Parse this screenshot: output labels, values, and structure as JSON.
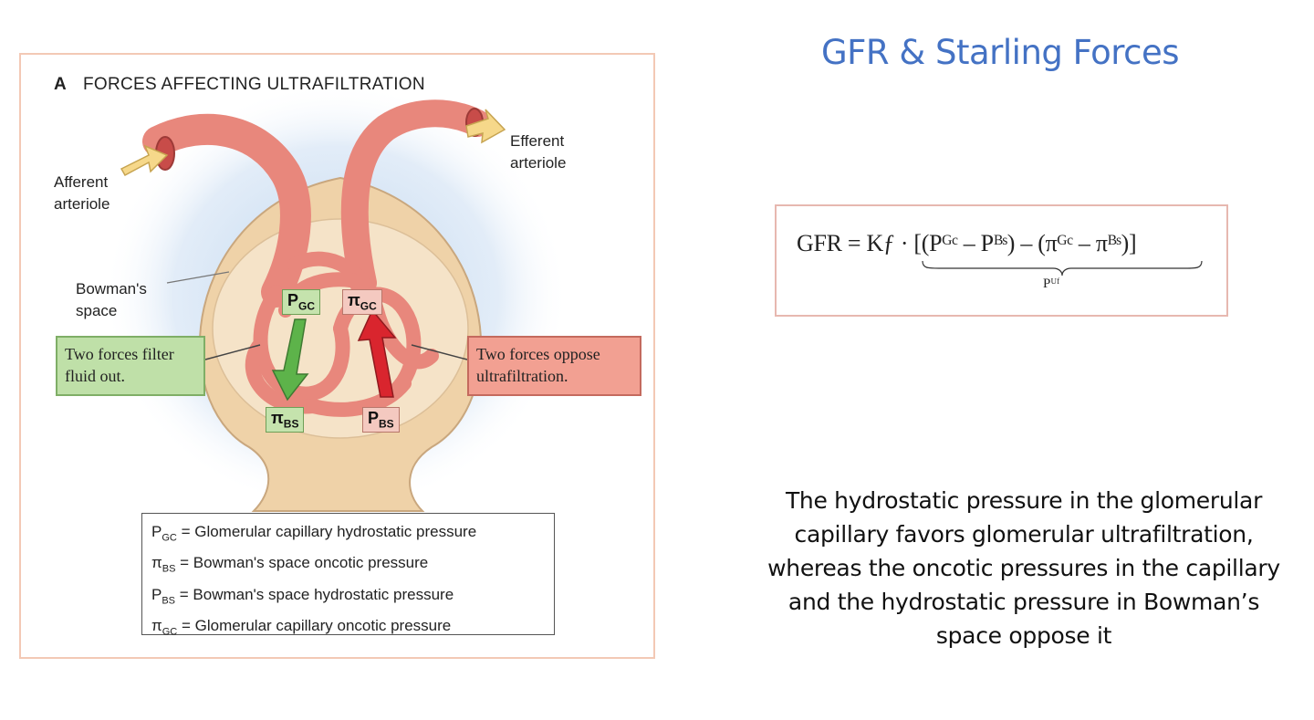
{
  "slide": {
    "title": "GFR & Starling Forces",
    "equation": "GFR = Kƒ · [(Pᴳᶜ – Pᴮˢ) – (πᴳᶜ – πᴮˢ)]",
    "equation_underbrace_label": "Pᵁᶠ",
    "body_text": "The hydrostatic pressure in the glomerular capillary favors glomerular ultrafiltration, whereas the oncotic pressures in the capillary and the hydrostatic pressure in Bowman’s space oppose it"
  },
  "figure": {
    "panel_letter": "A",
    "panel_title": "FORCES AFFECTING ULTRAFILTRATION",
    "afferent_label_line1": "Afferent",
    "afferent_label_line2": "arteriole",
    "efferent_label_line1": "Efferent",
    "efferent_label_line2": "arteriole",
    "bowmans_label_line1": "Bowman's",
    "bowmans_label_line2": "space",
    "filter_box_text": "Two forces filter fluid out.",
    "oppose_box_text": "Two forces oppose ultrafiltration.",
    "tags": {
      "p_gc": {
        "main": "P",
        "sub": "GC"
      },
      "pi_gc": {
        "main": "π",
        "sub": "GC"
      },
      "pi_bs": {
        "main": "π",
        "sub": "BS"
      },
      "p_bs": {
        "main": "P",
        "sub": "BS"
      }
    },
    "legend": [
      {
        "symbol": "P",
        "sub": "GC",
        "text": " = Glomerular capillary hydrostatic pressure"
      },
      {
        "symbol": "π",
        "sub": "BS",
        "text": " = Bowman's space oncotic pressure"
      },
      {
        "symbol": "P",
        "sub": "BS",
        "text": " = Bowman's space hydrostatic pressure"
      },
      {
        "symbol": "π",
        "sub": "GC",
        "text": " = Glomerular capillary oncotic pressure"
      }
    ],
    "colors": {
      "vessel": "#e8877c",
      "bowman_capsule": "#efd2a8",
      "glow": "#b9d3ef",
      "flow_arrow": "#f6d88a",
      "filter_arrow": "#5db34a",
      "oppose_arrow": "#d9252e"
    }
  }
}
